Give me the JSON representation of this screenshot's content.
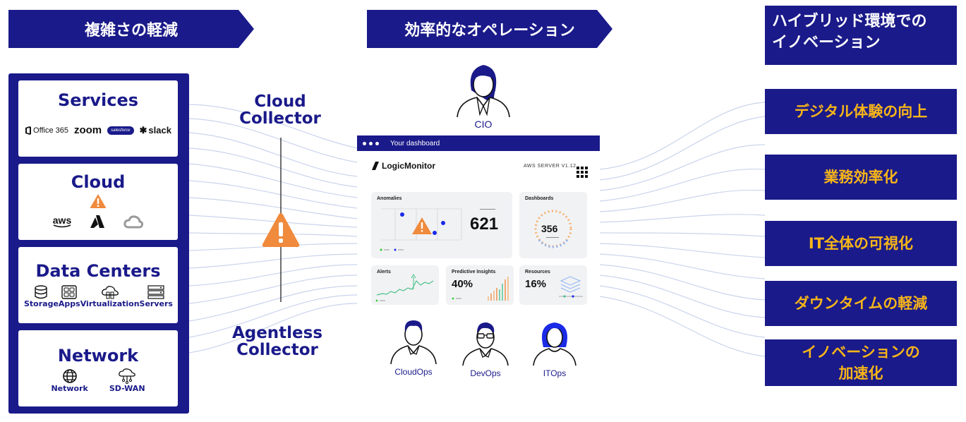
{
  "headers": {
    "left": "複雑さの軽減",
    "center": "効率的なオペレーション",
    "right_line1": "ハイブリッド環境での",
    "right_line2": "イノベーション"
  },
  "sources": [
    {
      "title": "Services",
      "items": [
        "Office 365",
        "zoom",
        "salesforce",
        "slack"
      ]
    },
    {
      "title": "Cloud",
      "items": [
        "aws",
        "Azure",
        "Google Cloud"
      ]
    },
    {
      "title": "Data Centers",
      "items": [
        "Storage",
        "Apps",
        "Virtualization",
        "Servers"
      ]
    },
    {
      "title": "Network",
      "items": [
        "Network",
        "SD-WAN"
      ]
    }
  ],
  "collectors": {
    "cloud_line1": "Cloud",
    "cloud_line2": "Collector",
    "agentless_line1": "Agentless",
    "agentless_line2": "Collector"
  },
  "dashboard": {
    "window_title": "Your dashboard",
    "brand": "LogicMonitor",
    "server_tag": "AWS SERVER V1.12",
    "tiles": {
      "anomalies": {
        "label": "Anomalies",
        "value": "621"
      },
      "dashboards": {
        "label": "Dashboards",
        "value": "356"
      },
      "alerts": {
        "label": "Alerts"
      },
      "predictive": {
        "label": "Predictive Insights",
        "value": "40%"
      },
      "resources": {
        "label": "Resources",
        "value": "16%"
      }
    }
  },
  "people": {
    "cio": "CIO",
    "cloudops": "CloudOps",
    "devops": "DevOps",
    "itops": "ITOps"
  },
  "benefits": [
    "デジタル体験の向上",
    "業務効率化",
    "IT全体の可視化",
    "ダウンタイムの軽減",
    "イノベーションの",
    "加速化"
  ],
  "colors": {
    "navy": "#1a1a8a",
    "accent_yellow": "#f7b519",
    "warning_orange": "#f08a3c",
    "wire": "#c7d3ea"
  }
}
